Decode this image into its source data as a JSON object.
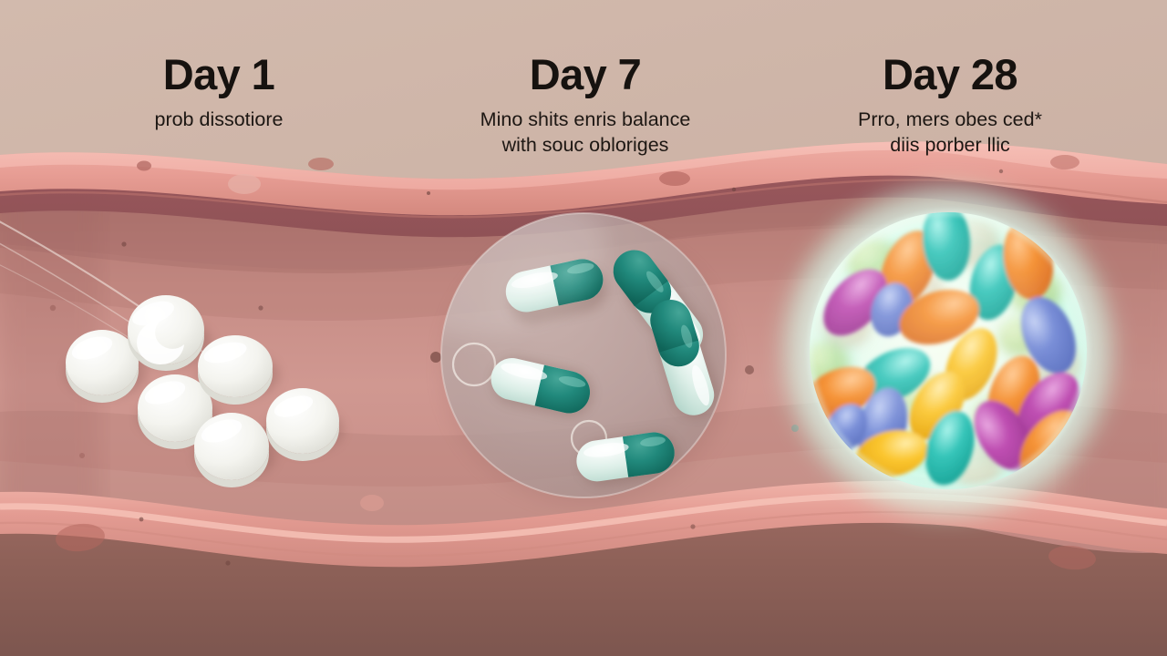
{
  "illustration": {
    "subject": "probiotic-gut-timeline",
    "background_color": "#cdb4a7",
    "lumen_color": "#c58d86",
    "wall_color": "#e8a49c",
    "deep_tissue_color": "#8c5f58"
  },
  "stages": [
    {
      "id": "day1",
      "title": "Day 1",
      "subtitle_lines": [
        "prob dissotiore"
      ],
      "visual": "white-round-tablets",
      "tablet_count": 6,
      "tablet_color": "#f2f2ee"
    },
    {
      "id": "day7",
      "title": "Day 7",
      "subtitle_lines": [
        "Mino shits enris balance",
        "with souc obloriges"
      ],
      "visual": "teal-capsules-in-bubble",
      "capsule_count": 5,
      "capsule_dark_color": "#1f7d72",
      "capsule_light_color": "#cfe8e0",
      "bubble_color": "#b9aaa8"
    },
    {
      "id": "day28",
      "title": "Day 28",
      "subtitle_lines": [
        "Prro, mers obes ced*",
        "diis porber llic"
      ],
      "visual": "colorful-microbiome-colony",
      "colony_count": 30,
      "glow_color": "#a8ead6",
      "microbe_colors": [
        "#ef8a32",
        "#2fc0b5",
        "#b845ad",
        "#f7c52c",
        "#6f86d6",
        "#ddd7bf",
        "#b9d98a"
      ]
    }
  ]
}
